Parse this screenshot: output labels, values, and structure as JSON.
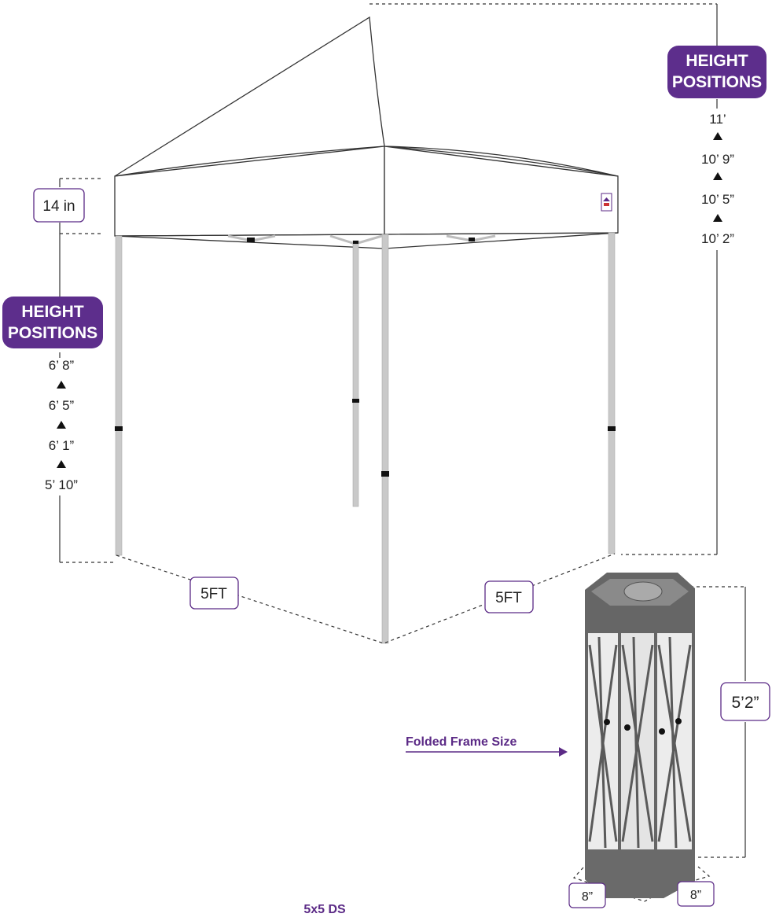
{
  "labels": {
    "height_positions_line1": "HEIGHT",
    "height_positions_line2": "POSITIONS",
    "canopy_top_height": "14 in",
    "width_dim": "5FT",
    "depth_dim": "5FT",
    "folded_frame_label": "Folded Frame Size",
    "folded_height": "5’2”",
    "folded_width": "8”",
    "folded_depth": "8”",
    "model": "5x5 DS"
  },
  "leg_heights": [
    "6’ 8”",
    "6’ 5”",
    "6’ 1”",
    "5’ 10”"
  ],
  "peak_heights": [
    "11’",
    "10’ 9”",
    "10’ 5”",
    "10’ 2”"
  ],
  "colors": {
    "accent": "#5b2a86",
    "pill": "#5d2e8c",
    "frame": "#c8c8c8",
    "canopy_stroke": "#333333",
    "folded_dark": "#666666"
  }
}
